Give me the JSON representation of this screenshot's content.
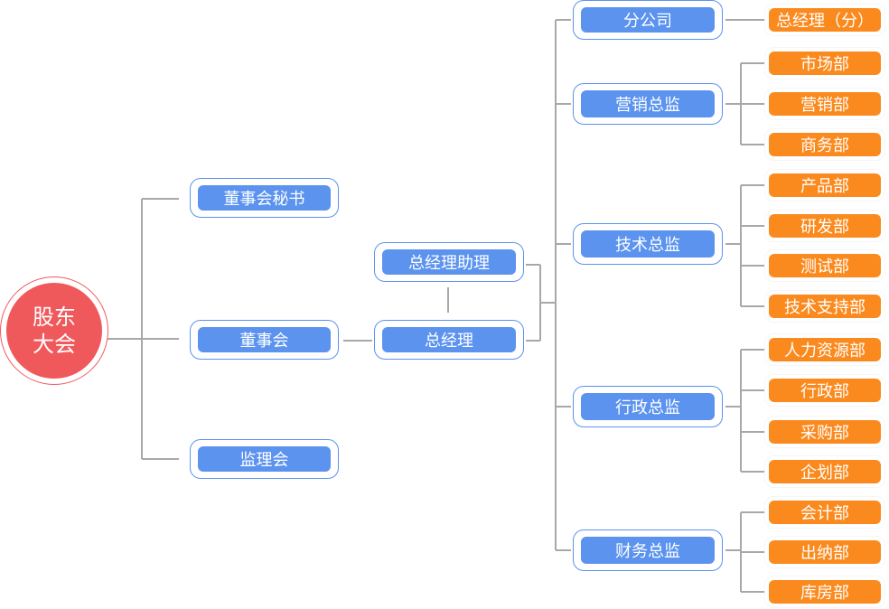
{
  "root": {
    "label_line1": "股东",
    "label_line2": "大会"
  },
  "level1": {
    "secretary": "董事会秘书",
    "board": "董事会",
    "supervisory": "监理会"
  },
  "gm": {
    "assistant": "总经理助理",
    "label": "总经理"
  },
  "directors": {
    "branch": "分公司",
    "marketing": "营销总监",
    "tech": "技术总监",
    "admin": "行政总监",
    "finance": "财务总监"
  },
  "departments": {
    "branch_gm": "总经理（分）",
    "market": "市场部",
    "sales": "营销部",
    "business": "商务部",
    "product": "产品部",
    "rnd": "研发部",
    "testing": "测试部",
    "tech_support": "技术支持部",
    "hr": "人力资源部",
    "admin_dept": "行政部",
    "purchasing": "采购部",
    "planning": "企划部",
    "accounting": "会计部",
    "cashier": "出纳部",
    "warehouse": "库房部"
  },
  "colors": {
    "root": "#f0595c",
    "blue_node": "#5b93ee",
    "orange_node": "#fb8a1e",
    "connector": "#a8a8a8"
  }
}
